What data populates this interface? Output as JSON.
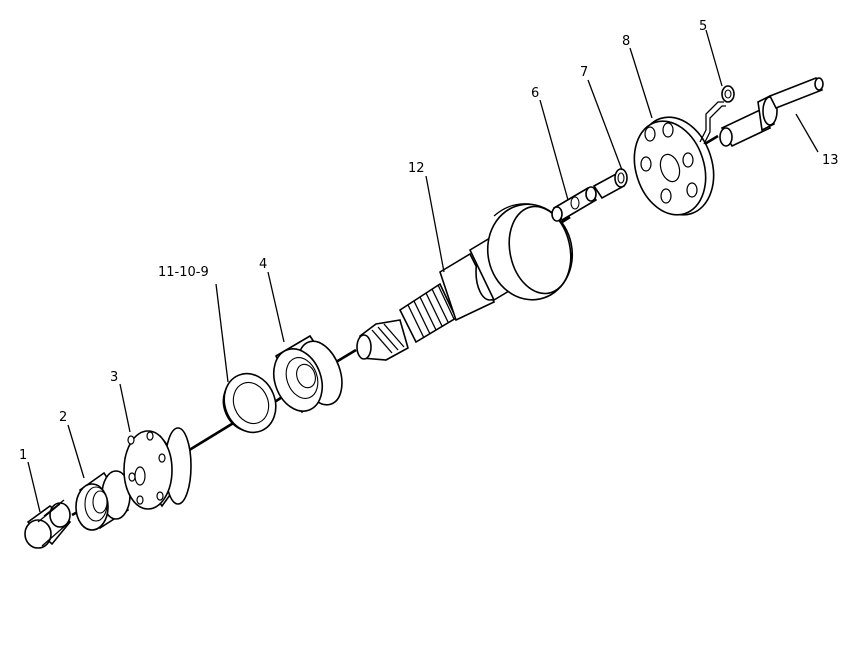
{
  "diagram": {
    "callouts": [
      {
        "id": "c1",
        "text": "1"
      },
      {
        "id": "c2",
        "text": "2"
      },
      {
        "id": "c3",
        "text": "3"
      },
      {
        "id": "c4",
        "text": "4"
      },
      {
        "id": "c5",
        "text": "5"
      },
      {
        "id": "c6",
        "text": "6"
      },
      {
        "id": "c7",
        "text": "7"
      },
      {
        "id": "c8",
        "text": "8"
      },
      {
        "id": "c9",
        "text": "11-10-9"
      },
      {
        "id": "c12",
        "text": "12"
      },
      {
        "id": "c13",
        "text": "13"
      }
    ]
  }
}
